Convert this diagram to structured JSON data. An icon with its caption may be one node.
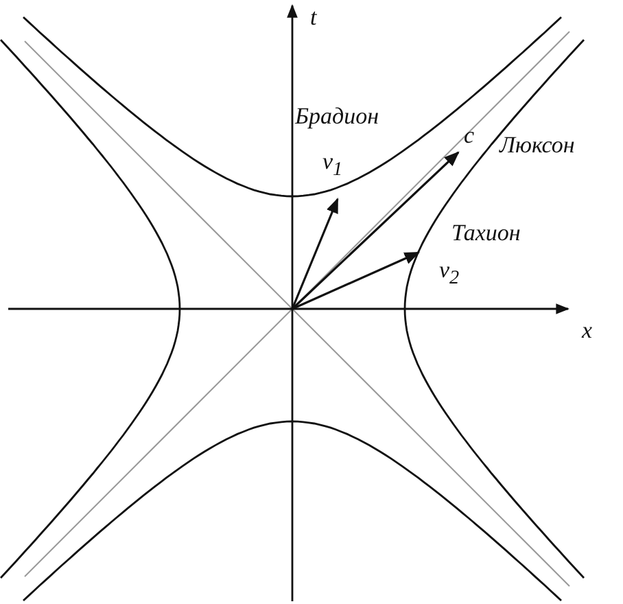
{
  "diagram": {
    "labels": [
      "t",
      "Брадион",
      "c",
      "Люксон",
      "v$_{1}$",
      "Тахион",
      "v$_{2}$",
      "x"
    ]
  }
}
